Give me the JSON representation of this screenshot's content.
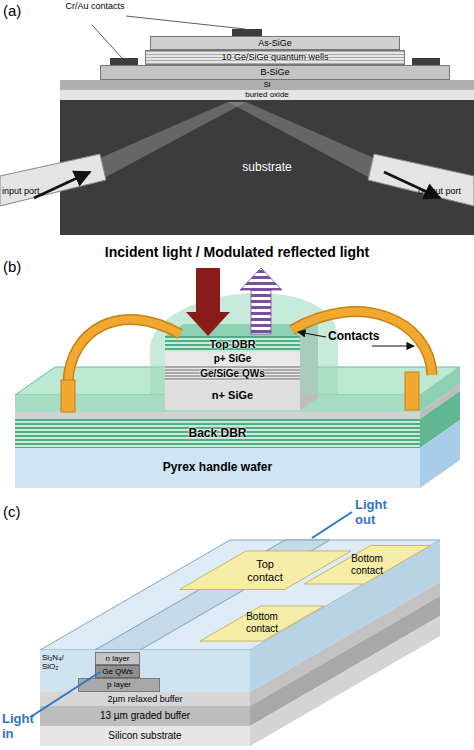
{
  "diagram": {
    "nodes": [
      {
        "text": [
          "As-SiGe"
        ]
      },
      {
        "text": [
          "10 Ge/SiGe quantum wells"
        ]
      },
      {
        "text": [
          "B-SiGe"
        ]
      },
      {
        "text": [
          "Si"
        ]
      },
      {
        "text": [
          "buried oxide"
        ]
      },
      {
        "text": [
          "substrate"
        ]
      },
      {
        "text": [
          "Top DBR"
        ]
      },
      {
        "text": [
          "p+ SiGe"
        ]
      },
      {
        "text": [
          "Ge/SiGe QWs"
        ]
      },
      {
        "text": [
          "n+ SiGe"
        ]
      },
      {
        "text": [
          "Back DBR"
        ]
      },
      {
        "text": [
          "Pyrex handle wafer"
        ]
      },
      {
        "text": [
          "Top contact"
        ]
      },
      {
        "text": [
          "Bottom contact"
        ]
      },
      {
        "text": [
          "Bottom contact"
        ]
      },
      {
        "text": [
          "Si₃N₄/ SiO₂"
        ]
      },
      {
        "text": [
          "n layer"
        ],
        "in": 15
      },
      {
        "text": [
          "Ge QWs"
        ],
        "in": 15
      },
      {
        "text": [
          "p layer"
        ],
        "in": 15
      },
      {
        "text": [
          "2µm relaxed buffer"
        ]
      },
      {
        "text": [
          "13 µm graded buffer"
        ]
      },
      {
        "text": [
          "Silicon substrate"
        ]
      }
    ],
    "labels": [
      "(a)",
      "Cr/Au contacts",
      "input port",
      "output port",
      "(b)",
      "Incident light / Modulated reflected light",
      "Contacts",
      "(c)",
      "Light out",
      "Light in"
    ]
  }
}
